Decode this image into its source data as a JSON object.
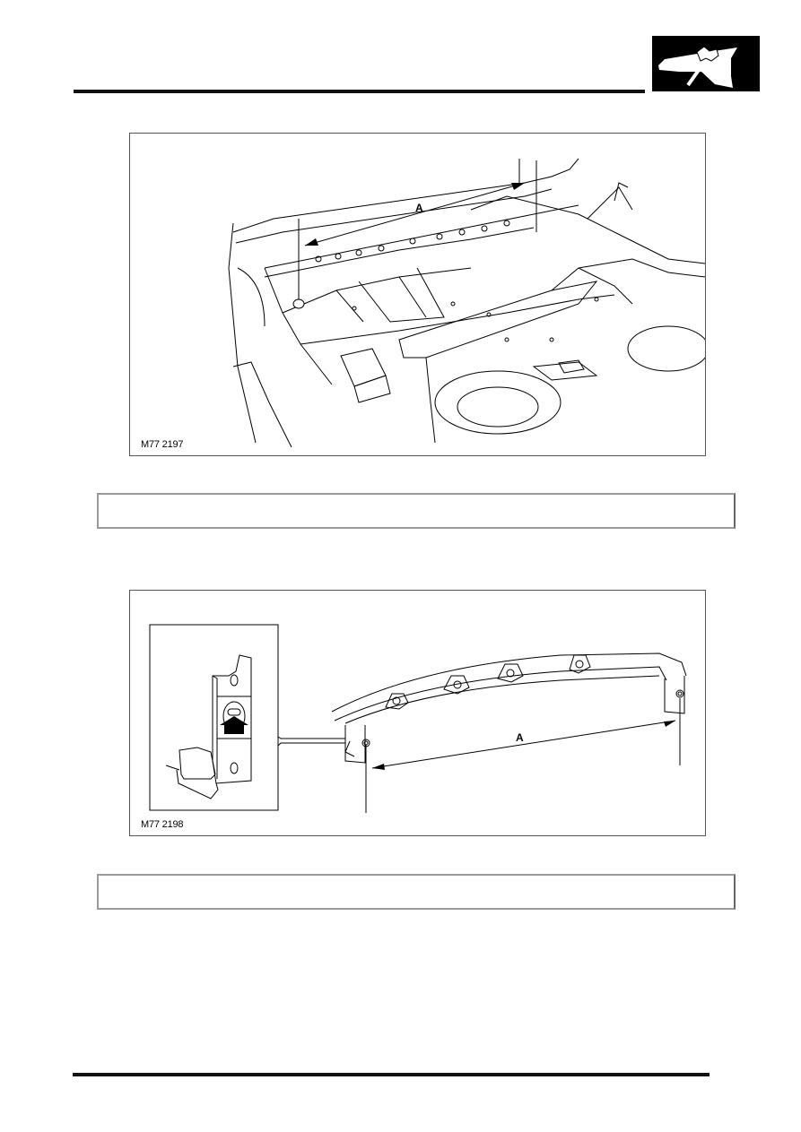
{
  "header": {
    "section_icon": "body-panel-hammer-icon"
  },
  "figures": [
    {
      "id": "M77 2197",
      "callouts": [
        "A"
      ],
      "description": "Rear floor area with crossmember, dimension A between locating pins"
    },
    {
      "id": "M77 2198",
      "callouts": [
        "A"
      ],
      "description": "Crossmember with dimension A between mounting brackets; inset shows slot with arrow"
    }
  ],
  "notes": [
    {
      "text": ""
    },
    {
      "text": ""
    }
  ],
  "colors": {
    "rule": "#111111",
    "box_border": "#9a9a9a",
    "figure_border": "#555555"
  }
}
